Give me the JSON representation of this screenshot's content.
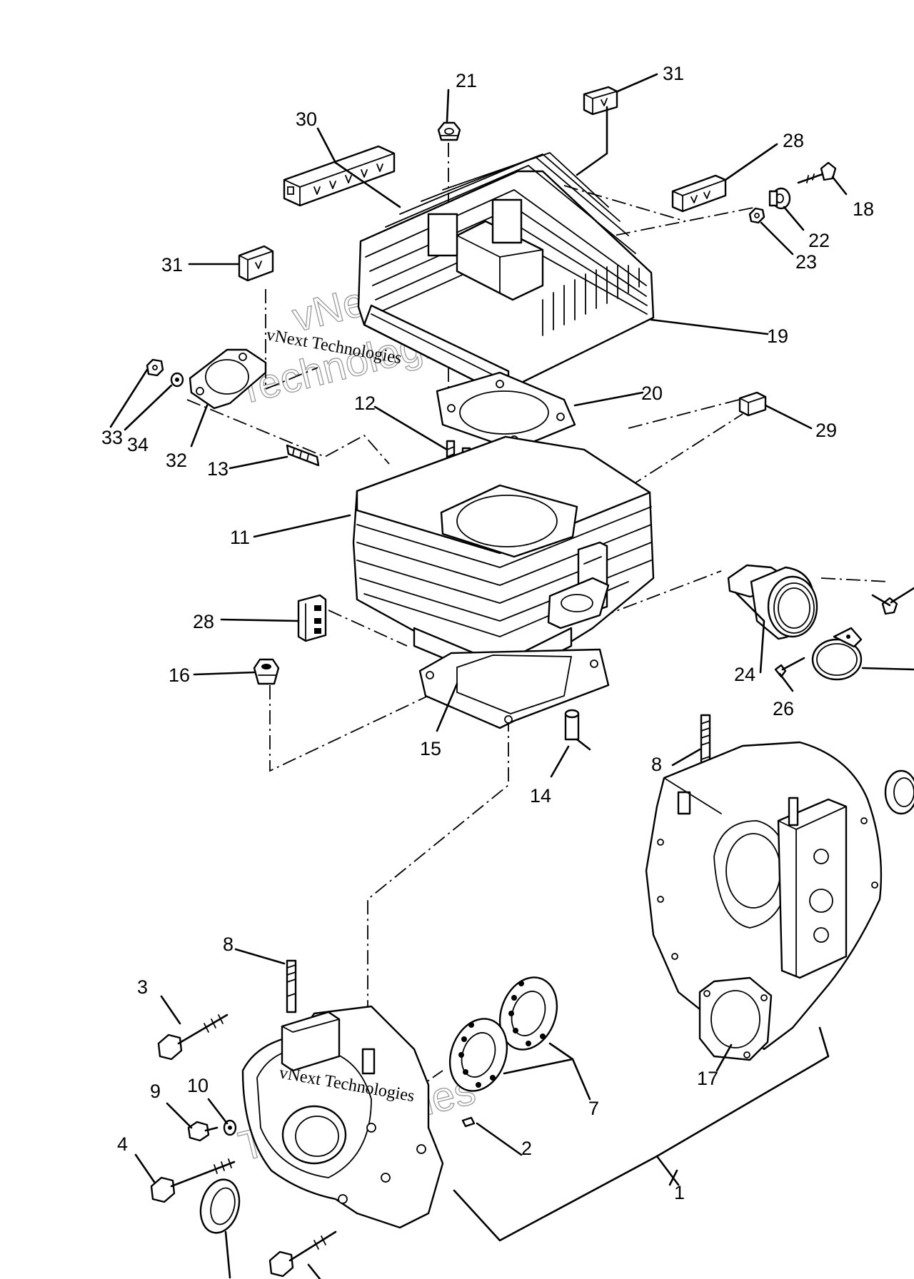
{
  "callouts": {
    "c1": "1",
    "c2": "2",
    "c3": "3",
    "c4": "4",
    "c7": "7",
    "c8a": "8",
    "c8b": "8",
    "c9": "9",
    "c10": "10",
    "c11": "11",
    "c12": "12",
    "c13": "13",
    "c14": "14",
    "c15": "15",
    "c16": "16",
    "c17": "17",
    "c18": "18",
    "c19": "19",
    "c20": "20",
    "c21": "21",
    "c22": "22",
    "c23": "23",
    "c24": "24",
    "c26": "26",
    "c28a": "28",
    "c28b": "28",
    "c29": "29",
    "c30": "30",
    "c31a": "31",
    "c31b": "31",
    "c32": "32",
    "c33": "33",
    "c34": "34"
  },
  "watermark": {
    "line": "vNext Technologies",
    "word1": "vNext",
    "word2": "Technologies"
  }
}
